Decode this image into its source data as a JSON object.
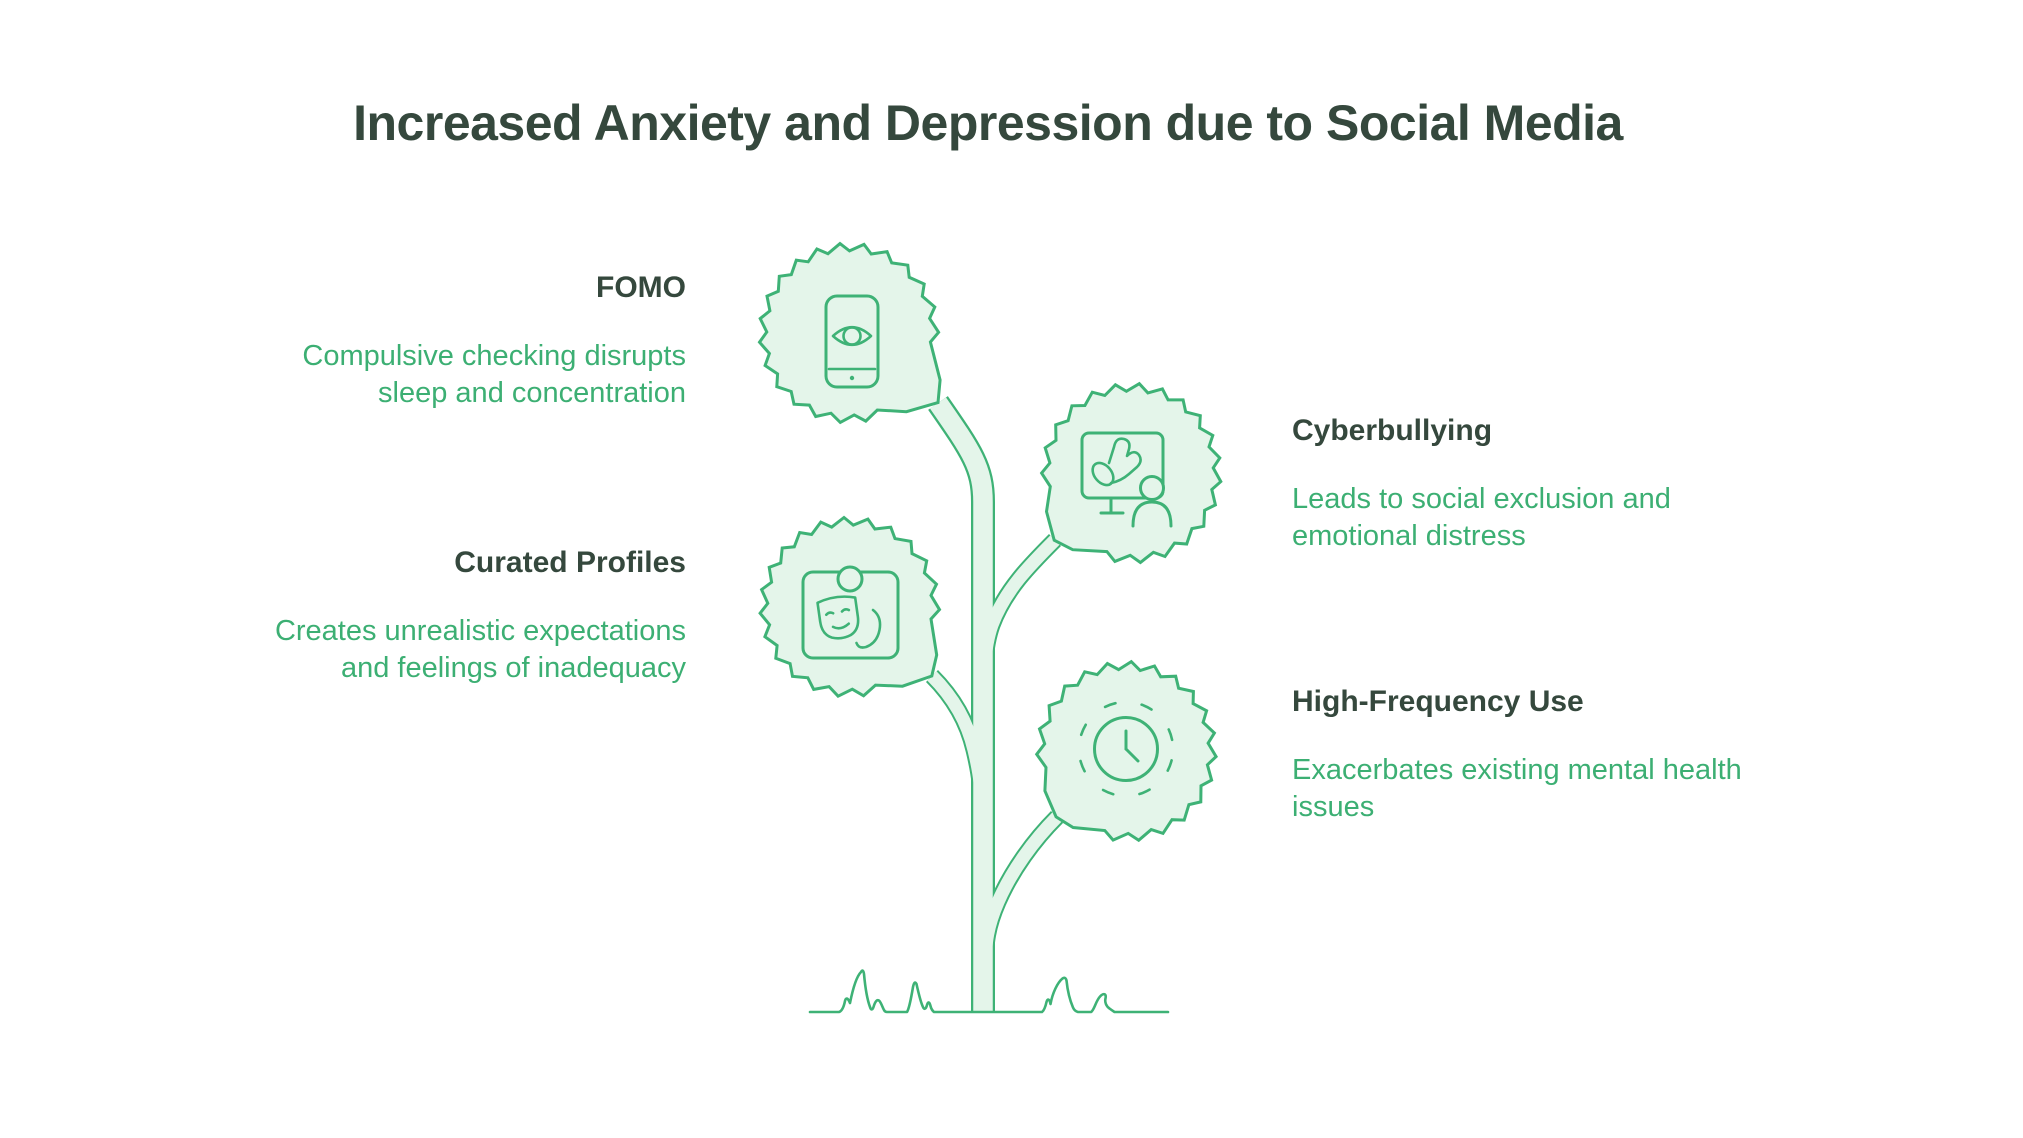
{
  "title": "Increased Anxiety and Depression due to Social Media",
  "colors": {
    "heading_text": "#35483D",
    "body_text": "#3CAF73",
    "accent_green": "#3EB276",
    "leaf_fill": "#E4F5EA",
    "background": "#FFFFFF"
  },
  "sections": [
    {
      "heading": "FOMO",
      "body_lines": [
        "Compulsive checking disrupts",
        "sleep and concentration"
      ],
      "icon": "phone-eye-icon",
      "side": "left"
    },
    {
      "heading": "Cyberbullying",
      "body_lines": [
        "Leads to social exclusion and",
        "emotional distress"
      ],
      "icon": "monitor-thumbs-down-person-icon",
      "side": "right"
    },
    {
      "heading": "Curated Profiles",
      "body_lines": [
        "Creates unrealistic expectations",
        "and feelings of inadequacy"
      ],
      "icon": "profile-mask-icon",
      "side": "left"
    },
    {
      "heading": "High-Frequency Use",
      "body_lines": [
        "Exacerbates existing mental health",
        "issues"
      ],
      "icon": "clock-repeat-icon",
      "side": "right"
    }
  ]
}
